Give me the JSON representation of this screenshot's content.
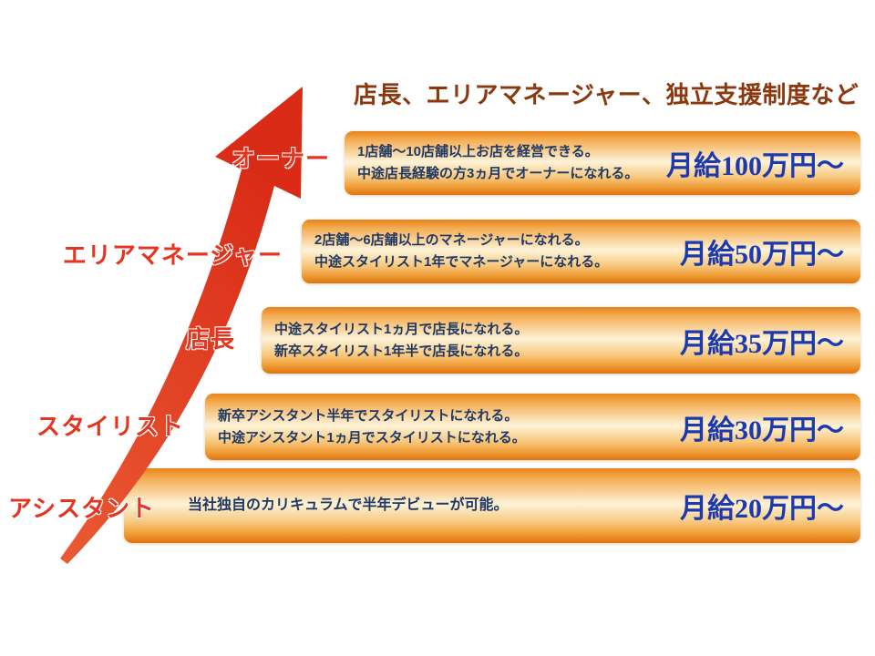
{
  "title": "店長、エリアマネージャー、独立支援制度など",
  "colors": {
    "background": "#ffffff",
    "title": "#8c380e",
    "role": "#e5341f",
    "description": "#1f3864",
    "salary": "#1c3aae",
    "bar_edge": "#e8831a",
    "bar_center": "#fdf3d8",
    "arrow_dark": "#d92b16",
    "arrow_light": "#ea5a33"
  },
  "icons": {
    "growth_arrow": "curved upward red arrow from bottom-left to top"
  },
  "steps": [
    {
      "role": "オーナー",
      "lines": [
        "1店舗〜10店舗以上お店を経営できる。",
        "中途店長経験の方3ヵ月でオーナーになれる。"
      ],
      "salary": "月給100万円〜"
    },
    {
      "role": "エリアマネージャー",
      "lines": [
        "2店舗〜6店舗以上のマネージャーになれる。",
        "中途スタイリスト1年でマネージャーになれる。"
      ],
      "salary": "月給50万円〜"
    },
    {
      "role": "店長",
      "lines": [
        "中途スタイリスト1ヵ月で店長になれる。",
        "新卒スタイリスト1年半で店長になれる。"
      ],
      "salary": "月給35万円〜"
    },
    {
      "role": "スタイリスト",
      "lines": [
        "新卒アシスタント半年でスタイリストになれる。",
        "中途アシスタント1ヵ月でスタイリストになれる。"
      ],
      "salary": "月給30万円〜"
    },
    {
      "role": "アシスタント",
      "lines": [
        "当社独自のカリキュラムで半年デビューが可能。"
      ],
      "salary": "月給20万円〜"
    }
  ]
}
